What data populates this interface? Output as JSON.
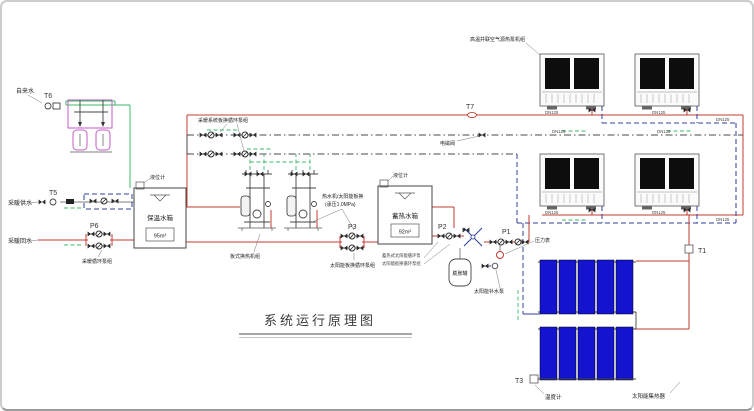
{
  "title": "系统运行原理图",
  "colors": {
    "pipe_red": "#c43b31",
    "pipe_green": "#3cb86a",
    "pipe_blue": "#2c3f9e",
    "equip_magenta": "#c45ec4",
    "panel_blue": "#1414cf"
  },
  "sensors": {
    "t1": "T1",
    "t3": "T3",
    "t5": "T5",
    "t6": "T6",
    "t7": "T7"
  },
  "pumps": {
    "p1": "P1",
    "p2": "P2",
    "p3": "P3",
    "p6": "P6"
  },
  "tanks": {
    "buffer": {
      "name": "保温水箱",
      "volume": "95m³",
      "gauge": "液位计"
    },
    "storage": {
      "name": "蓄热水箱",
      "volume": "92m³",
      "gauge": "液位计"
    }
  },
  "labels": {
    "tap_water": "自来水",
    "heating_supply": "采暖供水",
    "heating_return": "采暖回水",
    "heating_pump_group": "采暖循环泵组",
    "hx_pump_group": "采暖系统板换循环泵组",
    "hx_units": "板式换热机组",
    "hx_note_line1": "热水机/太阳能板换",
    "hx_note_line2": "(承压1.0MPa)",
    "p3_label": "太阳能板换循环泵组",
    "p2_label_line1": "蓄热式太阳能循环泵",
    "p2_label_line2": "太阳能板换循环泵组",
    "pressure_gauge": "压力表",
    "expansion_tank": "膨胀罐",
    "makeup_pump": "太阳能补水泵",
    "solenoid_valve": "电磁阀",
    "heat_pump_units": "高温并联空气源热泵机组",
    "thermometer": "温度计",
    "solar_collectors": "太阳能集热器"
  },
  "pipe_labels": {
    "dn125": "DN125"
  }
}
